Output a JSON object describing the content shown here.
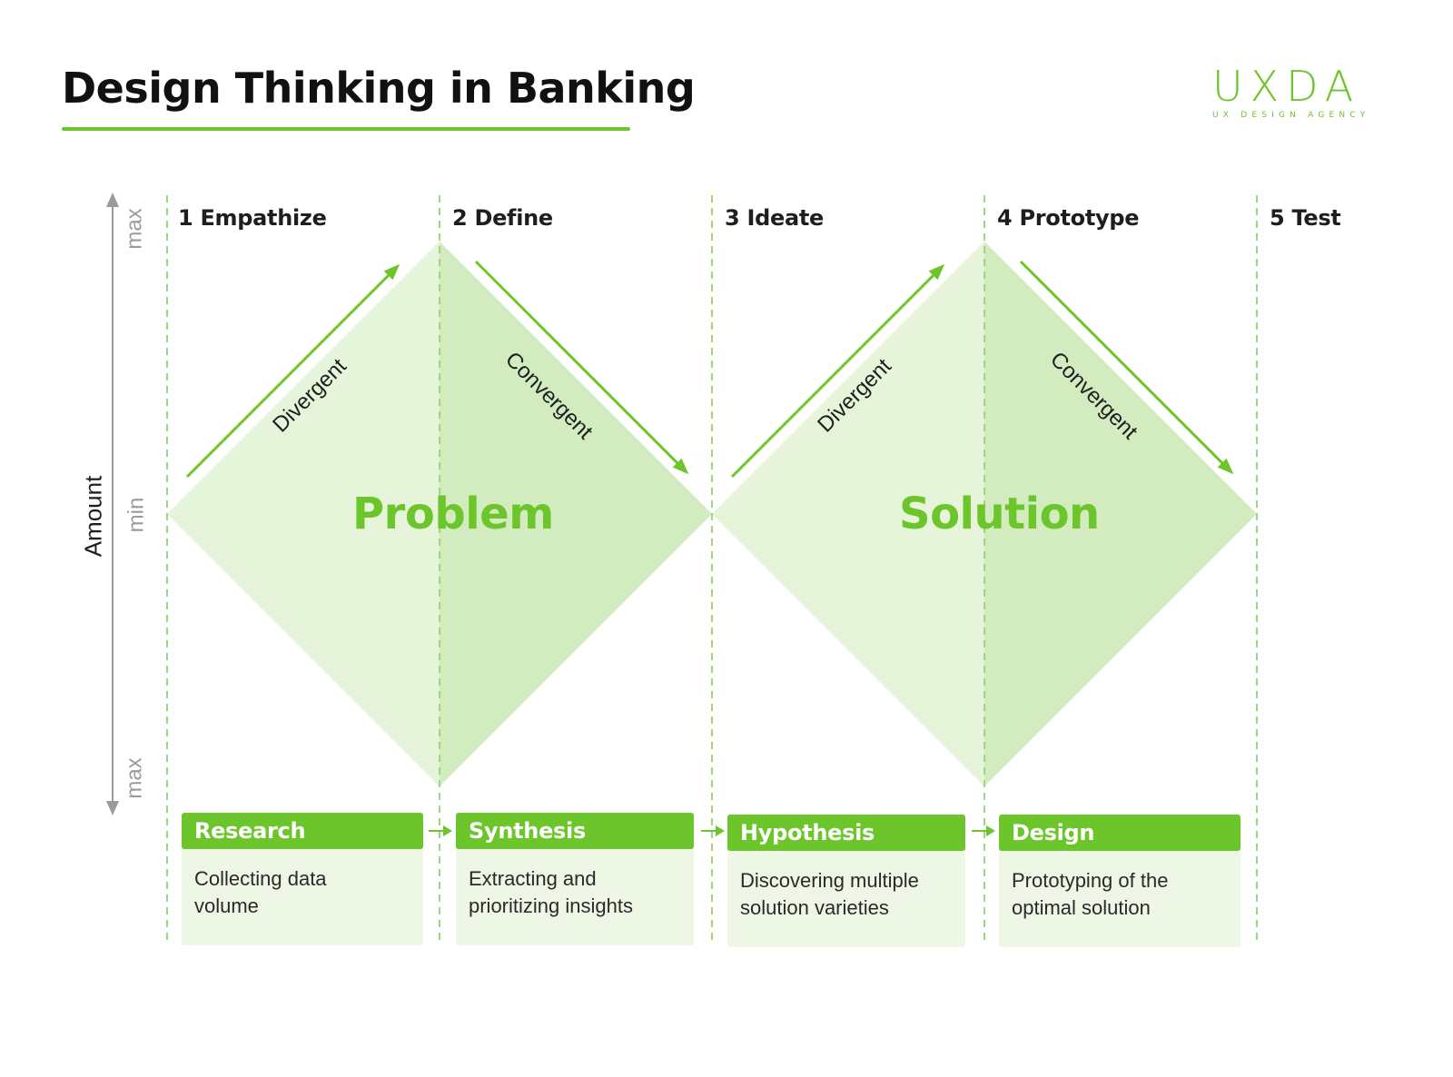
{
  "header": {
    "title": "Design Thinking in Banking",
    "logo": {
      "mark": "UXDA",
      "subtitle": "UX DESIGN AGENCY"
    }
  },
  "axis": {
    "label": "Amount",
    "top_tick": "max",
    "middle_tick": "min",
    "bottom_tick": "max"
  },
  "phases": [
    {
      "label": "1 Empathize"
    },
    {
      "label": "2 Define"
    },
    {
      "label": "3 Ideate"
    },
    {
      "label": "4 Prototype"
    },
    {
      "label": "5 Test"
    }
  ],
  "diamonds": [
    {
      "label": "Problem",
      "divergent_label": "Divergent",
      "convergent_label": "Convergent"
    },
    {
      "label": "Solution",
      "divergent_label": "Divergent",
      "convergent_label": "Convergent"
    }
  ],
  "steps": [
    {
      "title": "Research",
      "description_line1": "Collecting data",
      "description_line2": "volume"
    },
    {
      "title": "Synthesis",
      "description_line1": "Extracting and",
      "description_line2": "prioritizing insights"
    },
    {
      "title": "Hypothesis",
      "description_line1": "Discovering multiple",
      "description_line2": "solution varieties"
    },
    {
      "title": "Design",
      "description_line1": "Prototyping of the",
      "description_line2": "optimal solution"
    }
  ],
  "colors": {
    "accent": "#6cc52a",
    "diamond_light": "#e6f4da",
    "diamond_dark": "#d2ecbf",
    "card_bg": "#eef7e6",
    "axis_gray": "#9a9a9a"
  }
}
